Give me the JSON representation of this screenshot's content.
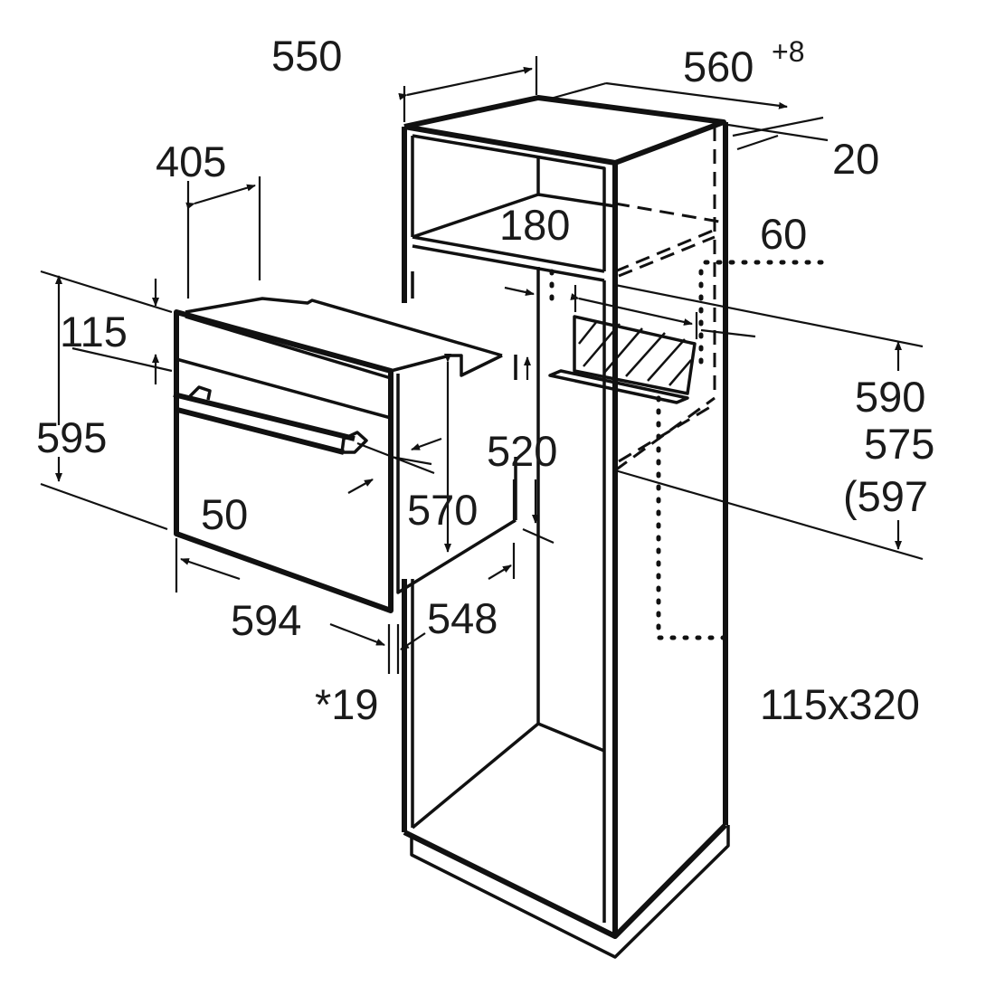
{
  "labels": {
    "cabinet_depth": "550",
    "cabinet_width": "560",
    "cabinet_width_tolerance": "+8",
    "rear_gap": "20",
    "oven_top_depth": "405",
    "vent_opening": "180",
    "rear_offset": "60",
    "panel_height": "115",
    "oven_height": "595",
    "niche_height_1": "590",
    "niche_height_2": "575",
    "niche_height_3": "(597",
    "side_depth": "520",
    "body_height": "570",
    "door_offset": "50",
    "oven_width": "594",
    "body_width": "548",
    "door_thickness": "*19",
    "vent_size": "115x320"
  }
}
